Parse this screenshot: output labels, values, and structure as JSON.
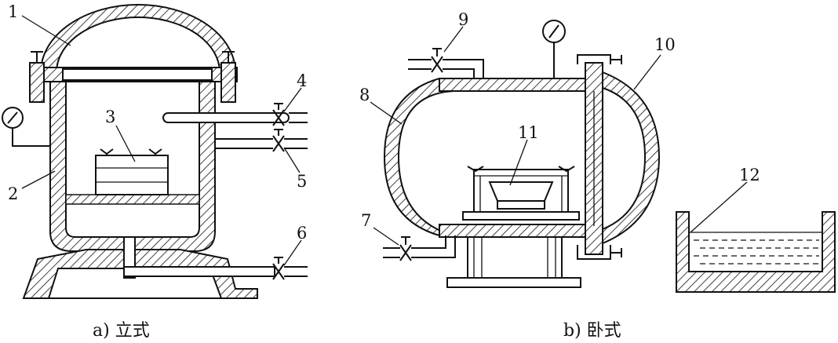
{
  "callouts": [
    "1",
    "2",
    "3",
    "4",
    "5",
    "6",
    "7",
    "8",
    "9",
    "10",
    "11",
    "12"
  ],
  "captions": {
    "vertical": "a) 立式",
    "horizontal": "b) 卧式"
  }
}
